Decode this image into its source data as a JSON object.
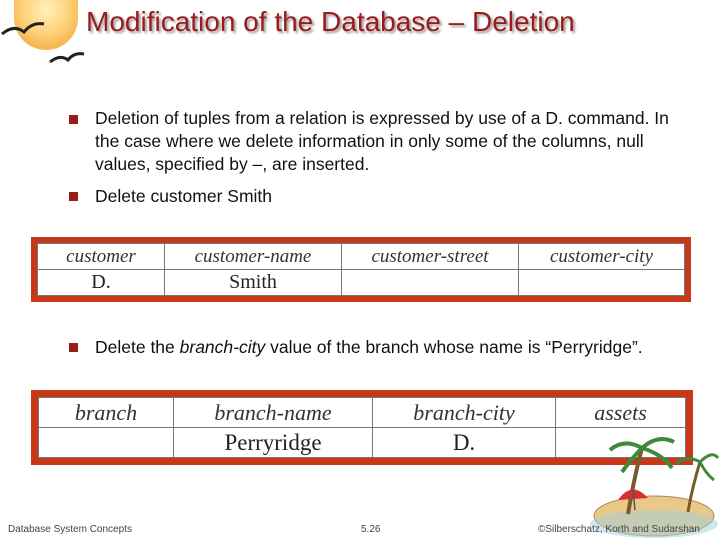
{
  "slide": {
    "title": "Modification of the Database – Deletion",
    "bullets": [
      {
        "text": "Deletion of tuples from a relation is expressed by use of a D. command.  In the case where we delete information in only some of the columns, null values, specified by –, are inserted."
      },
      {
        "text": "Delete customer Smith"
      },
      {
        "text_before": "Delete the ",
        "emphasis": "branch-city",
        "text_after": " value of the branch whose name is “Perryridge”."
      }
    ]
  },
  "customer_table": {
    "headers": [
      "customer",
      "customer-name",
      "customer-street",
      "customer-city"
    ],
    "row": [
      "D.",
      "Smith",
      "",
      ""
    ]
  },
  "branch_table": {
    "headers": [
      "branch",
      "branch-name",
      "branch-city",
      "assets"
    ],
    "row": [
      "",
      "Perryridge",
      "D.",
      ""
    ]
  },
  "footer": {
    "left": "Database System Concepts",
    "center": "5.26",
    "right": "©Silberschatz, Korth and Sudarshan"
  },
  "colors": {
    "title": "#9b1b1b",
    "bullet": "#9b1b1b",
    "table_frame": "#c7381b"
  }
}
